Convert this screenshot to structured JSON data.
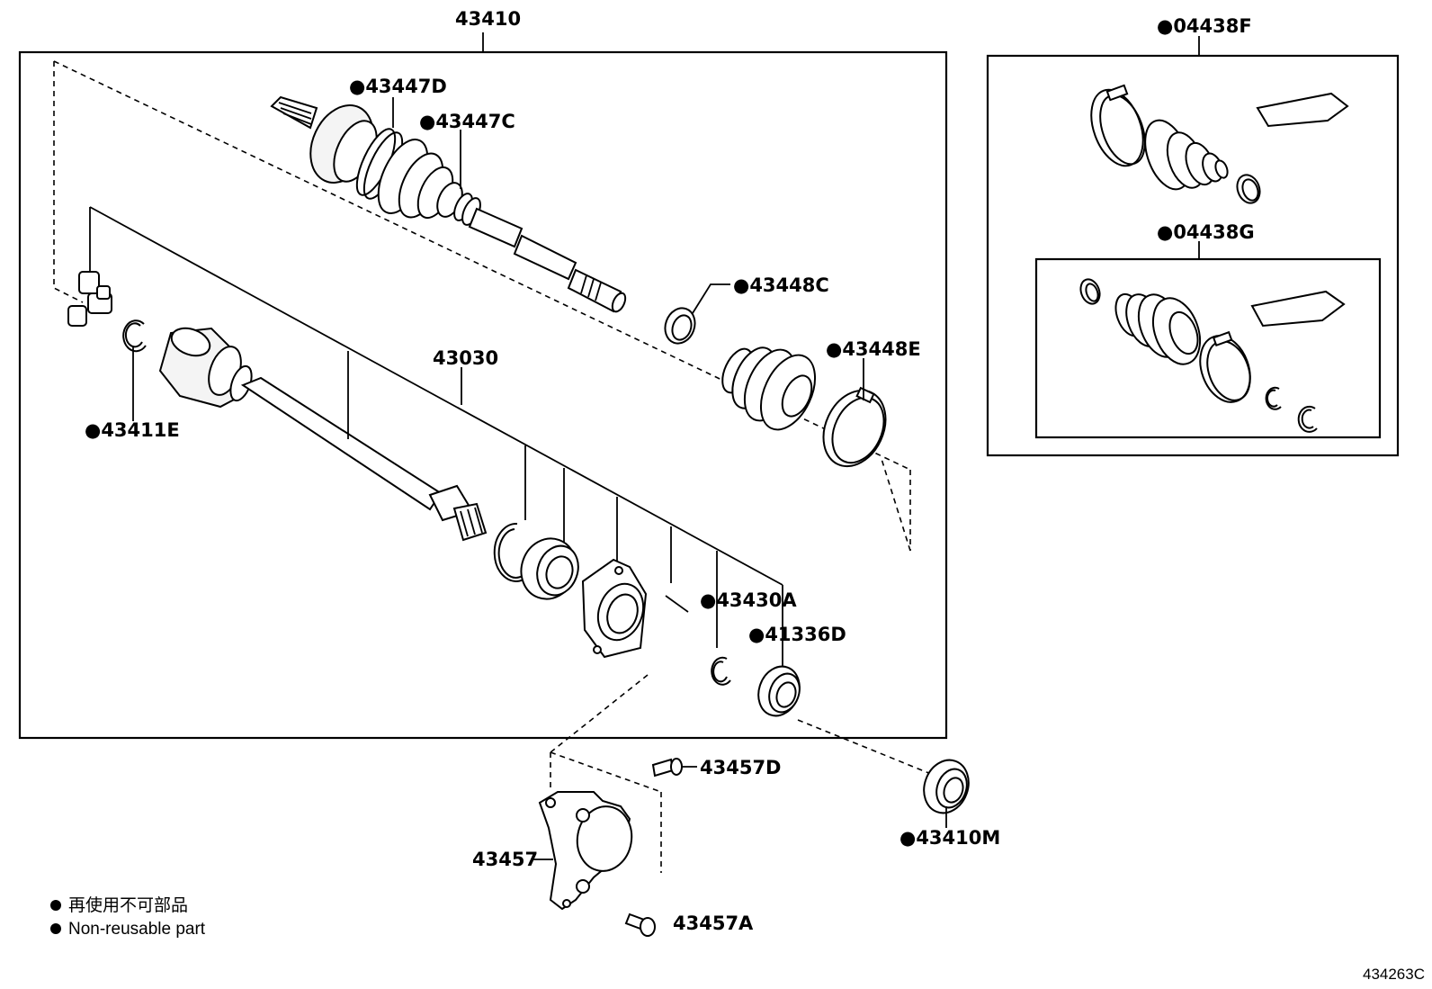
{
  "labels": {
    "assembly": "43410",
    "inner_boot_kit": "●04438F",
    "outer_boot_kit": "●04438G",
    "boot_clamp_d": "●43447D",
    "boot_clamp_c": "●43447C",
    "boot_clamp_43448c": "●43448C",
    "boot_clamp_43448e": "●43448E",
    "shaft": "43030",
    "snap_ring_43411e": "●43411E",
    "snap_ring_43430a": "●43430A",
    "dust_seal_41336d": "●41336D",
    "bolt_43457d": "43457D",
    "bearing_bracket": "43457",
    "bolt_43457a": "43457A",
    "dust_cover_43410m": "●43410M"
  },
  "legend": {
    "line1": "再使用不可部品",
    "line2": "Non-reusable part"
  },
  "figure_number": "434263C",
  "icons": {
    "bullet": "filled-circle"
  }
}
